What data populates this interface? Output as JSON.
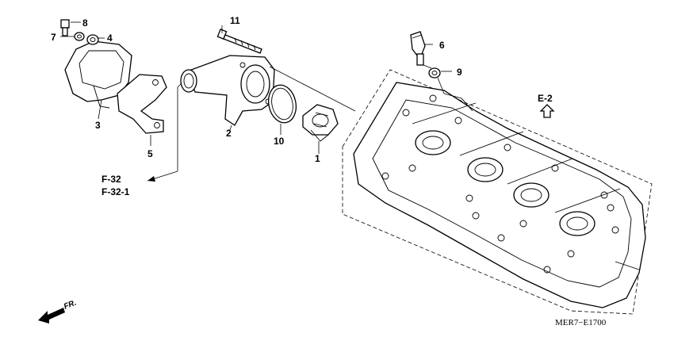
{
  "callouts": {
    "c1": "1",
    "c2": "2",
    "c3": "3",
    "c4": "4",
    "c5": "5",
    "c6": "6",
    "c7": "7",
    "c8": "8",
    "c9": "9",
    "c10": "10",
    "c11": "11"
  },
  "references": {
    "f32": "F-32",
    "f32_1": "F-32-1",
    "e2": "E-2"
  },
  "direction_label": "FR.",
  "diagram_code": "MER7−E1700"
}
